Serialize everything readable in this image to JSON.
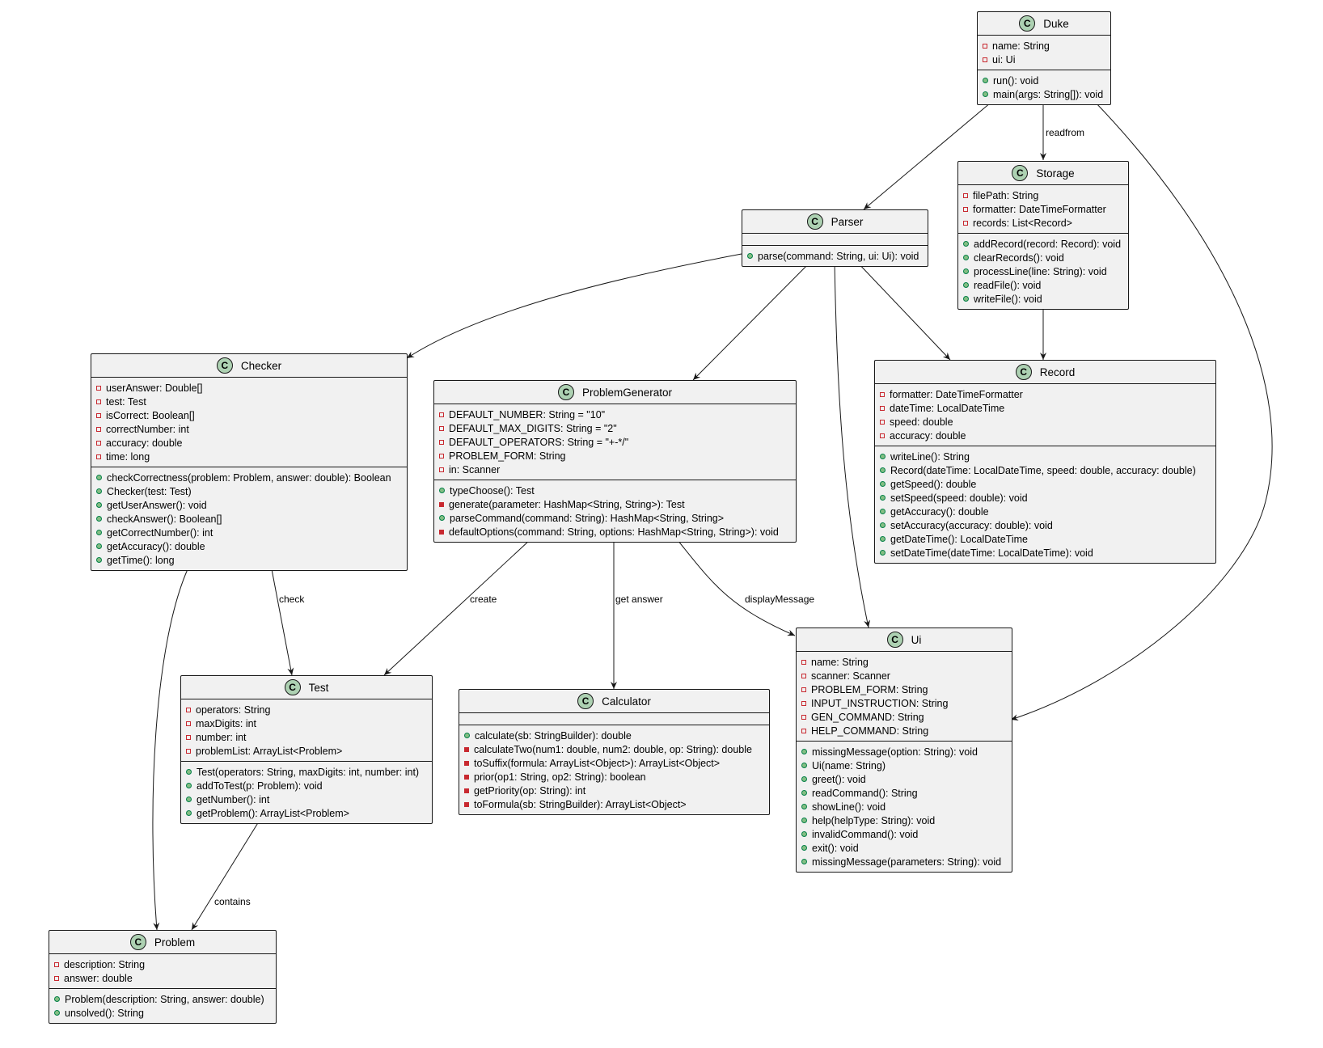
{
  "diagram": {
    "classes": {
      "duke": {
        "name": "Duke",
        "badge": "C",
        "fields": [
          {
            "vis": "private",
            "text": "name: String"
          },
          {
            "vis": "private",
            "text": "ui: Ui"
          }
        ],
        "methods": [
          {
            "vis": "public",
            "text": "run(): void"
          },
          {
            "vis": "public",
            "text": "main(args: String[]): void"
          }
        ]
      },
      "storage": {
        "name": "Storage",
        "badge": "C",
        "fields": [
          {
            "vis": "private",
            "text": "filePath: String"
          },
          {
            "vis": "private",
            "text": "formatter: DateTimeFormatter"
          },
          {
            "vis": "private",
            "text": "records: List<Record>"
          }
        ],
        "methods": [
          {
            "vis": "public",
            "text": "addRecord(record: Record): void"
          },
          {
            "vis": "public",
            "text": "clearRecords(): void"
          },
          {
            "vis": "public",
            "text": "processLine(line: String): void"
          },
          {
            "vis": "public",
            "text": "readFile(): void"
          },
          {
            "vis": "public",
            "text": "writeFile(): void"
          }
        ]
      },
      "parser": {
        "name": "Parser",
        "badge": "C",
        "fields": [],
        "methods": [
          {
            "vis": "public",
            "text": "parse(command: String, ui: Ui): void"
          }
        ]
      },
      "checker": {
        "name": "Checker",
        "badge": "C",
        "fields": [
          {
            "vis": "private",
            "text": "userAnswer: Double[]"
          },
          {
            "vis": "private",
            "text": "test: Test"
          },
          {
            "vis": "private",
            "text": "isCorrect: Boolean[]"
          },
          {
            "vis": "private",
            "text": "correctNumber: int"
          },
          {
            "vis": "private",
            "text": "accuracy: double"
          },
          {
            "vis": "private",
            "text": "time: long"
          }
        ],
        "methods": [
          {
            "vis": "public",
            "text": "checkCorrectness(problem: Problem, answer: double): Boolean"
          },
          {
            "vis": "public",
            "text": "Checker(test: Test)"
          },
          {
            "vis": "public",
            "text": "getUserAnswer(): void"
          },
          {
            "vis": "public",
            "text": "checkAnswer(): Boolean[]"
          },
          {
            "vis": "public",
            "text": "getCorrectNumber(): int"
          },
          {
            "vis": "public",
            "text": "getAccuracy(): double"
          },
          {
            "vis": "public",
            "text": "getTime(): long"
          }
        ]
      },
      "generator": {
        "name": "ProblemGenerator",
        "badge": "C",
        "fields": [
          {
            "vis": "private",
            "text": "DEFAULT_NUMBER: String = \"10\""
          },
          {
            "vis": "private",
            "text": "DEFAULT_MAX_DIGITS: String = \"2\""
          },
          {
            "vis": "private",
            "text": "DEFAULT_OPERATORS: String = \"+-*/\""
          },
          {
            "vis": "private",
            "text": "PROBLEM_FORM: String"
          },
          {
            "vis": "private",
            "text": "in: Scanner"
          }
        ],
        "methods": [
          {
            "vis": "public",
            "text": "typeChoose(): Test"
          },
          {
            "vis": "private",
            "text": "generate(parameter: HashMap<String, String>): Test"
          },
          {
            "vis": "public",
            "text": "parseCommand(command: String): HashMap<String, String>"
          },
          {
            "vis": "private",
            "text": "defaultOptions(command: String, options: HashMap<String, String>): void"
          }
        ]
      },
      "record": {
        "name": "Record",
        "badge": "C",
        "fields": [
          {
            "vis": "private",
            "text": "formatter: DateTimeFormatter"
          },
          {
            "vis": "private",
            "text": "dateTime: LocalDateTime"
          },
          {
            "vis": "private",
            "text": "speed: double"
          },
          {
            "vis": "private",
            "text": "accuracy: double"
          }
        ],
        "methods": [
          {
            "vis": "public",
            "text": "writeLine(): String"
          },
          {
            "vis": "public",
            "text": "Record(dateTime: LocalDateTime, speed: double, accuracy: double)"
          },
          {
            "vis": "public",
            "text": "getSpeed(): double"
          },
          {
            "vis": "public",
            "text": "setSpeed(speed: double): void"
          },
          {
            "vis": "public",
            "text": "getAccuracy(): double"
          },
          {
            "vis": "public",
            "text": "setAccuracy(accuracy: double): void"
          },
          {
            "vis": "public",
            "text": "getDateTime(): LocalDateTime"
          },
          {
            "vis": "public",
            "text": "setDateTime(dateTime: LocalDateTime): void"
          }
        ]
      },
      "ui": {
        "name": "Ui",
        "badge": "C",
        "fields": [
          {
            "vis": "private",
            "text": "name: String"
          },
          {
            "vis": "private",
            "text": "scanner: Scanner"
          },
          {
            "vis": "private",
            "text": "PROBLEM_FORM: String"
          },
          {
            "vis": "private",
            "text": "INPUT_INSTRUCTION: String"
          },
          {
            "vis": "private",
            "text": "GEN_COMMAND: String"
          },
          {
            "vis": "private",
            "text": "HELP_COMMAND: String"
          }
        ],
        "methods": [
          {
            "vis": "public",
            "text": "missingMessage(option: String): void"
          },
          {
            "vis": "public",
            "text": "Ui(name: String)"
          },
          {
            "vis": "public",
            "text": "greet(): void"
          },
          {
            "vis": "public",
            "text": "readCommand(): String"
          },
          {
            "vis": "public",
            "text": "showLine(): void"
          },
          {
            "vis": "public",
            "text": "help(helpType: String): void"
          },
          {
            "vis": "public",
            "text": "invalidCommand(): void"
          },
          {
            "vis": "public",
            "text": "exit(): void"
          },
          {
            "vis": "public",
            "text": "missingMessage(parameters: String): void"
          }
        ]
      },
      "test": {
        "name": "Test",
        "badge": "C",
        "fields": [
          {
            "vis": "private",
            "text": "operators: String"
          },
          {
            "vis": "private",
            "text": "maxDigits: int"
          },
          {
            "vis": "private",
            "text": "number: int"
          },
          {
            "vis": "private",
            "text": "problemList: ArrayList<Problem>"
          }
        ],
        "methods": [
          {
            "vis": "public",
            "text": "Test(operators: String, maxDigits: int, number: int)"
          },
          {
            "vis": "public",
            "text": "addToTest(p: Problem): void"
          },
          {
            "vis": "public",
            "text": "getNumber(): int"
          },
          {
            "vis": "public",
            "text": "getProblem(): ArrayList<Problem>"
          }
        ]
      },
      "calculator": {
        "name": "Calculator",
        "badge": "C",
        "fields": [],
        "methods": [
          {
            "vis": "public",
            "text": "calculate(sb: StringBuilder): double"
          },
          {
            "vis": "private",
            "text": "calculateTwo(num1: double, num2: double, op: String): double"
          },
          {
            "vis": "private",
            "text": "toSuffix(formula: ArrayList<Object>): ArrayList<Object>"
          },
          {
            "vis": "private",
            "text": "prior(op1: String, op2: String): boolean"
          },
          {
            "vis": "private",
            "text": "getPriority(op: String): int"
          },
          {
            "vis": "private",
            "text": "toFormula(sb: StringBuilder): ArrayList<Object>"
          }
        ]
      },
      "problem": {
        "name": "Problem",
        "badge": "C",
        "fields": [
          {
            "vis": "private",
            "text": "description: String"
          },
          {
            "vis": "private",
            "text": "answer: double"
          }
        ],
        "methods": [
          {
            "vis": "public",
            "text": "Problem(description: String, answer: double)"
          },
          {
            "vis": "public",
            "text": "unsolved(): String"
          }
        ]
      }
    },
    "relations": [
      {
        "from": "Duke",
        "to": "Storage",
        "label": "readfrom"
      },
      {
        "from": "Duke",
        "to": "Parser",
        "label": ""
      },
      {
        "from": "Duke",
        "to": "Ui",
        "label": ""
      },
      {
        "from": "Storage",
        "to": "Record",
        "label": ""
      },
      {
        "from": "Parser",
        "to": "Checker",
        "label": ""
      },
      {
        "from": "Parser",
        "to": "ProblemGenerator",
        "label": ""
      },
      {
        "from": "Parser",
        "to": "Ui",
        "label": ""
      },
      {
        "from": "Parser",
        "to": "Record",
        "label": ""
      },
      {
        "from": "Checker",
        "to": "Test",
        "label": "check"
      },
      {
        "from": "Checker",
        "to": "Problem",
        "label": ""
      },
      {
        "from": "ProblemGenerator",
        "to": "Test",
        "label": "create"
      },
      {
        "from": "ProblemGenerator",
        "to": "Calculator",
        "label": "get answer"
      },
      {
        "from": "ProblemGenerator",
        "to": "Ui",
        "label": "displayMessage"
      },
      {
        "from": "Test",
        "to": "Problem",
        "label": "contains"
      }
    ]
  },
  "colors": {
    "box_fill": "#f1f1f1",
    "border": "#181818",
    "badge": "#add1b2",
    "private": "#c82930",
    "public_fill": "#84be84",
    "public_border": "#038048"
  }
}
